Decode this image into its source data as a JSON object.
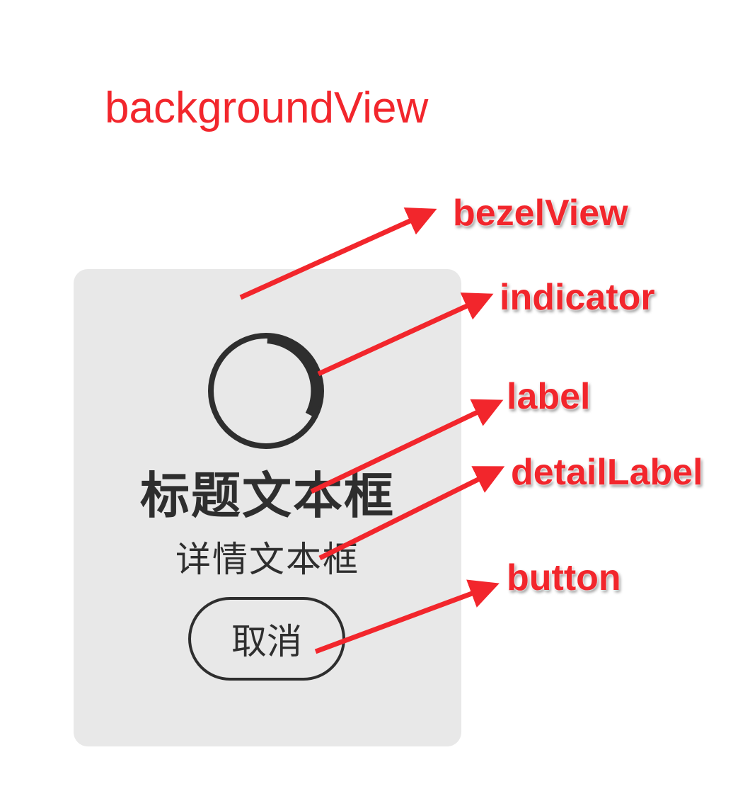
{
  "background_view_label": "backgroundView",
  "hud": {
    "title": "标题文本框",
    "detail": "详情文本框",
    "button_label": "取消"
  },
  "callouts": {
    "bezel_view": "bezelView",
    "indicator": "indicator",
    "label": "label",
    "detail_label": "detailLabel",
    "button": "button"
  },
  "colors": {
    "annotation_red": "#f2262c",
    "bezel_fill": "#e8e8e8",
    "content_dark": "#2e2e2e"
  }
}
